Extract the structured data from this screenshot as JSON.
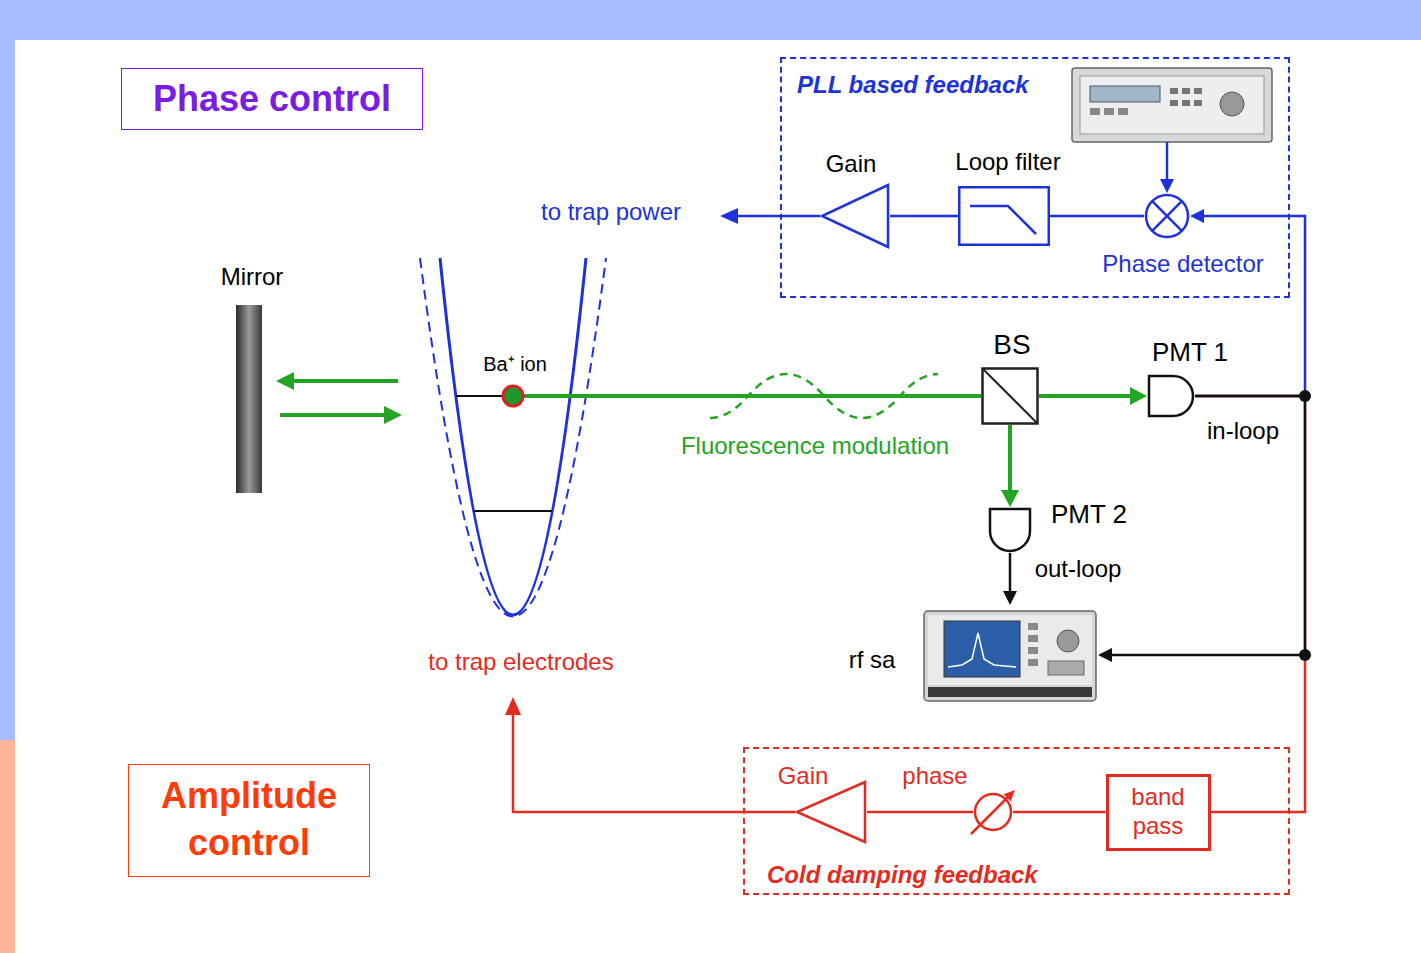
{
  "diagram": {
    "nodes": [
      {
        "text": [
          "Phase control"
        ]
      },
      {
        "text": [
          "PLL based feedback"
        ]
      },
      {
        "text": [
          "Gain"
        ],
        "in": 1
      },
      {
        "text": [
          "Loop filter"
        ],
        "in": 1
      },
      {
        "text": [
          "Phase detector"
        ],
        "in": 1
      },
      {
        "text": [
          "Mirror"
        ]
      },
      {
        "text": [
          "Ba⁺ ion"
        ]
      },
      {
        "text": [
          "BS"
        ]
      },
      {
        "text": [
          "PMT 1",
          "in-loop"
        ]
      },
      {
        "text": [
          "PMT 2",
          "out-loop"
        ]
      },
      {
        "text": [
          "rf sa"
        ]
      },
      {
        "text": [
          "Amplitude control"
        ]
      },
      {
        "text": [
          "Cold damping feedback"
        ]
      },
      {
        "text": [
          "Gain"
        ],
        "in": 12
      },
      {
        "text": [
          "phase"
        ],
        "in": 12
      },
      {
        "text": [
          "band pass"
        ],
        "in": 12
      }
    ],
    "edges": [
      {
        "from": 4,
        "to": 3,
        "arrow": "none"
      },
      {
        "from": 3,
        "to": 2,
        "arrow": "none"
      },
      {
        "from": 6,
        "to": 7,
        "arrow": "none"
      },
      {
        "from": 7,
        "to": 8,
        "arrow": "to"
      },
      {
        "from": 7,
        "to": 9,
        "arrow": "to"
      },
      {
        "from": 8,
        "to": 4,
        "arrow": "to"
      },
      {
        "from": 8,
        "to": 10,
        "arrow": "to"
      },
      {
        "from": 9,
        "to": 10,
        "arrow": "to"
      },
      {
        "from": 8,
        "to": 15,
        "arrow": "none"
      },
      {
        "from": 15,
        "to": 14,
        "arrow": "none"
      },
      {
        "from": 14,
        "to": 13,
        "arrow": "none"
      }
    ],
    "labels": [
      "to trap power",
      "Fluorescence modulation",
      "to trap electrodes"
    ]
  }
}
